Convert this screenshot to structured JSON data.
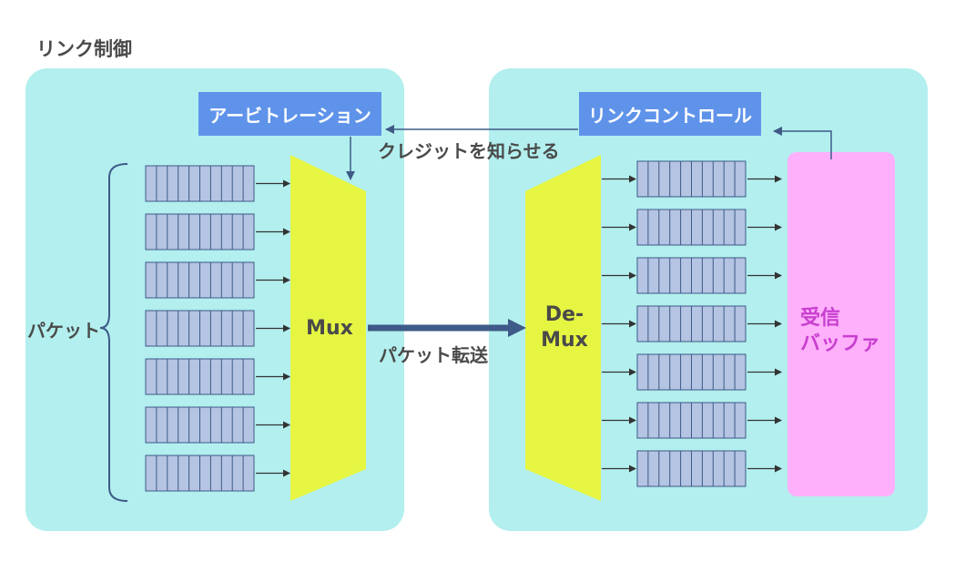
{
  "title": "リンク制御",
  "colors": {
    "panel": "#b2efee",
    "control_box": "#5f93ea",
    "mux": "#e5f542",
    "queue_fill": "#b4c4e2",
    "queue_stroke": "#3e5a88",
    "buffer": "#ffb0fb",
    "buffer_text": "#c83fd0",
    "main_arrow": "#3e5a88"
  },
  "sender": {
    "arbitration_label": "アービトレーション",
    "packets_label": "パケット",
    "mux_label": "Mux",
    "queue_count": 7,
    "slots_per_queue": 10
  },
  "receiver": {
    "link_control_label": "リンクコントロール",
    "demux_label_line1": "De-",
    "demux_label_line2": "Mux",
    "buffer_line1": "受信",
    "buffer_line2": "バッファ",
    "queue_count": 7,
    "slots_per_queue": 10
  },
  "arrows": {
    "credit_label": "クレジットを知らせる",
    "transfer_label": "パケット転送"
  }
}
